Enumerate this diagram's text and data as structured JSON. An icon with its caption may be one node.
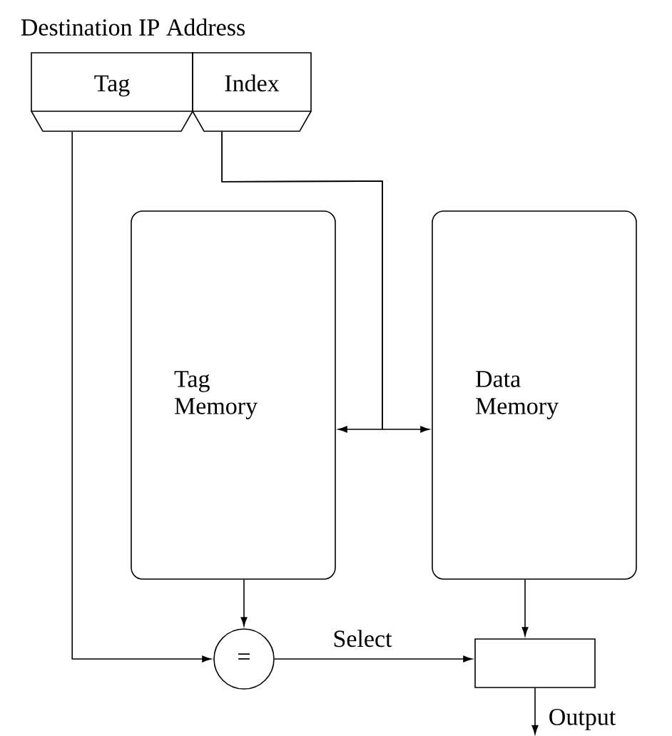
{
  "diagram": {
    "title": "Destination IP Address",
    "nodes": [
      {
        "text": [
          "Tag"
        ]
      },
      {
        "text": [
          "Index"
        ]
      },
      {
        "text": [
          "Tag Memory"
        ]
      },
      {
        "text": [
          "Data Memory"
        ]
      },
      {
        "text": [
          "="
        ]
      },
      {
        "text": [],
        "shape": "box"
      }
    ],
    "edges": [
      {
        "from": 0,
        "to": 4,
        "arrow": "to"
      },
      {
        "from": 1,
        "to": 2,
        "arrow": "to"
      },
      {
        "from": 1,
        "to": 3,
        "arrow": "to"
      },
      {
        "from": 2,
        "to": 4,
        "arrow": "to"
      },
      {
        "from": 4,
        "to": 5,
        "arrow": "to",
        "label": "Select"
      },
      {
        "from": 3,
        "to": 5,
        "arrow": "to"
      },
      {
        "from": 5,
        "to": null,
        "arrow": "to",
        "label": "Output"
      }
    ]
  }
}
